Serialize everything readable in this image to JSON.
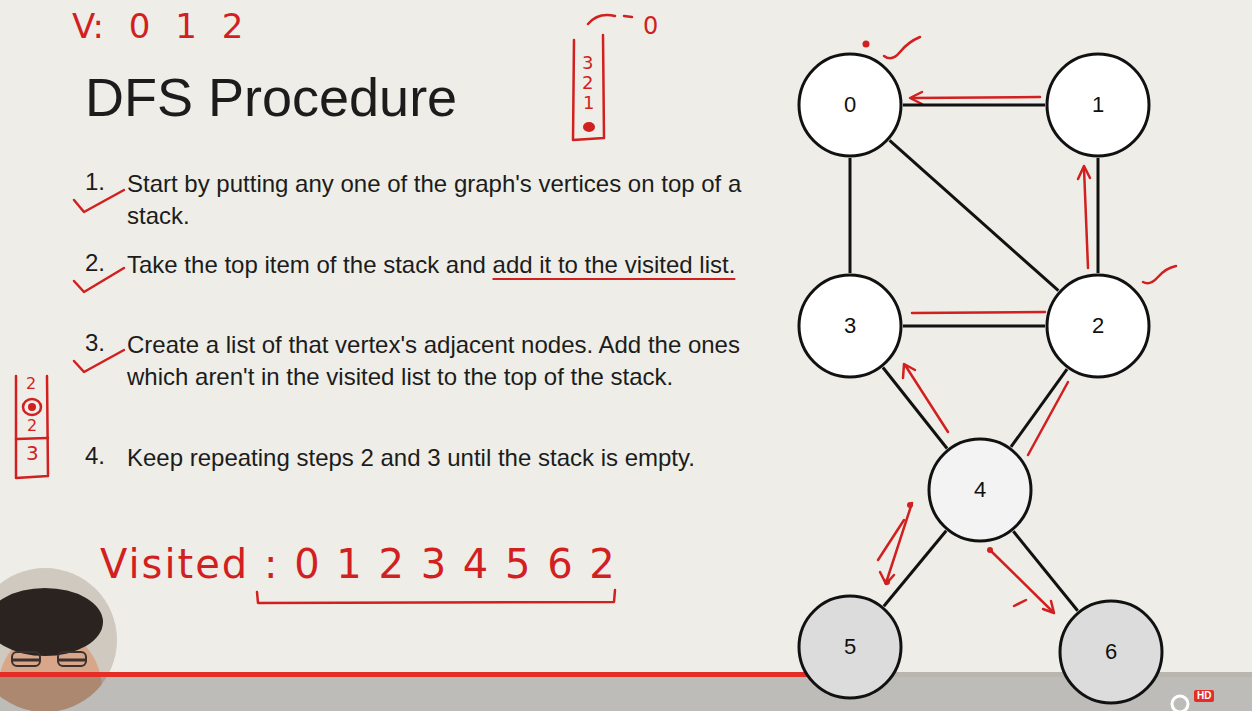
{
  "diagram": {
    "title": "DFS Procedure",
    "nodes": [
      {
        "text": [
          "0"
        ]
      },
      {
        "text": [
          "1"
        ]
      },
      {
        "text": [
          "3"
        ]
      },
      {
        "text": [
          "2"
        ]
      },
      {
        "text": [
          "4"
        ]
      },
      {
        "text": [
          "5"
        ]
      },
      {
        "text": [
          "6"
        ]
      }
    ],
    "edges": [
      {
        "from": 0,
        "to": 1,
        "arrow": "none"
      },
      {
        "from": 0,
        "to": 2,
        "arrow": "none"
      },
      {
        "from": 0,
        "to": 3,
        "arrow": "none"
      },
      {
        "from": 1,
        "to": 3,
        "arrow": "none"
      },
      {
        "from": 2,
        "to": 3,
        "arrow": "none"
      },
      {
        "from": 2,
        "to": 4,
        "arrow": "none"
      },
      {
        "from": 3,
        "to": 4,
        "arrow": "none"
      },
      {
        "from": 4,
        "to": 5,
        "arrow": "none"
      },
      {
        "from": 4,
        "to": 6,
        "arrow": "none"
      }
    ],
    "labels": [
      "V: 0 1 2",
      "0",
      "3",
      "2",
      "1",
      "1.",
      "Start by putting any one of the graph's vertices on top of a stack.",
      "2.",
      "Take the top item of the stack and add it to the visited list.",
      "3.",
      "Create a list of that vertex's adjacent nodes. Add the ones which aren't in the visited list to the top of the stack.",
      "4.",
      "Keep repeating steps 2 and 3 until the stack is empty.",
      "2",
      "2",
      "3",
      "Visited : 0 1 2 3 4 5 6 2",
      "HD"
    ]
  }
}
